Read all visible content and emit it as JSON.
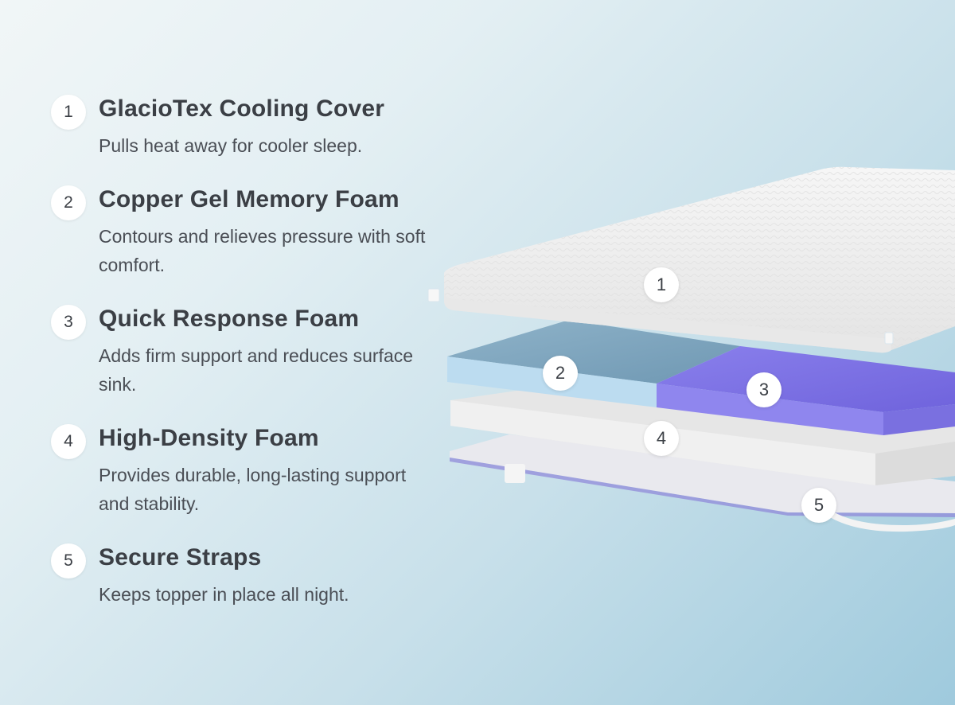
{
  "features": [
    {
      "number": "1",
      "title": "GlacioTex Cooling Cover",
      "description": "Pulls heat away for cooler sleep."
    },
    {
      "number": "2",
      "title": "Copper Gel Memory Foam",
      "description": "Contours and relieves pressure with soft comfort."
    },
    {
      "number": "3",
      "title": "Quick Response Foam",
      "description": "Adds firm support and reduces surface sink."
    },
    {
      "number": "4",
      "title": "High-Density Foam",
      "description": "Provides durable, long-lasting support and stability."
    },
    {
      "number": "5",
      "title": "Secure Straps",
      "description": "Keeps topper in place all night."
    }
  ],
  "layer_labels": [
    "1",
    "2",
    "3",
    "4",
    "5"
  ],
  "colors": {
    "background_start": "#f1f6f7",
    "background_end": "#9fcadd",
    "cover": "#f4f4f4",
    "gel_foam": "#bcdcf0",
    "response_foam": "#8f86ee",
    "density_foam": "#eeeeee",
    "strap_base": "#e9e9ee"
  }
}
